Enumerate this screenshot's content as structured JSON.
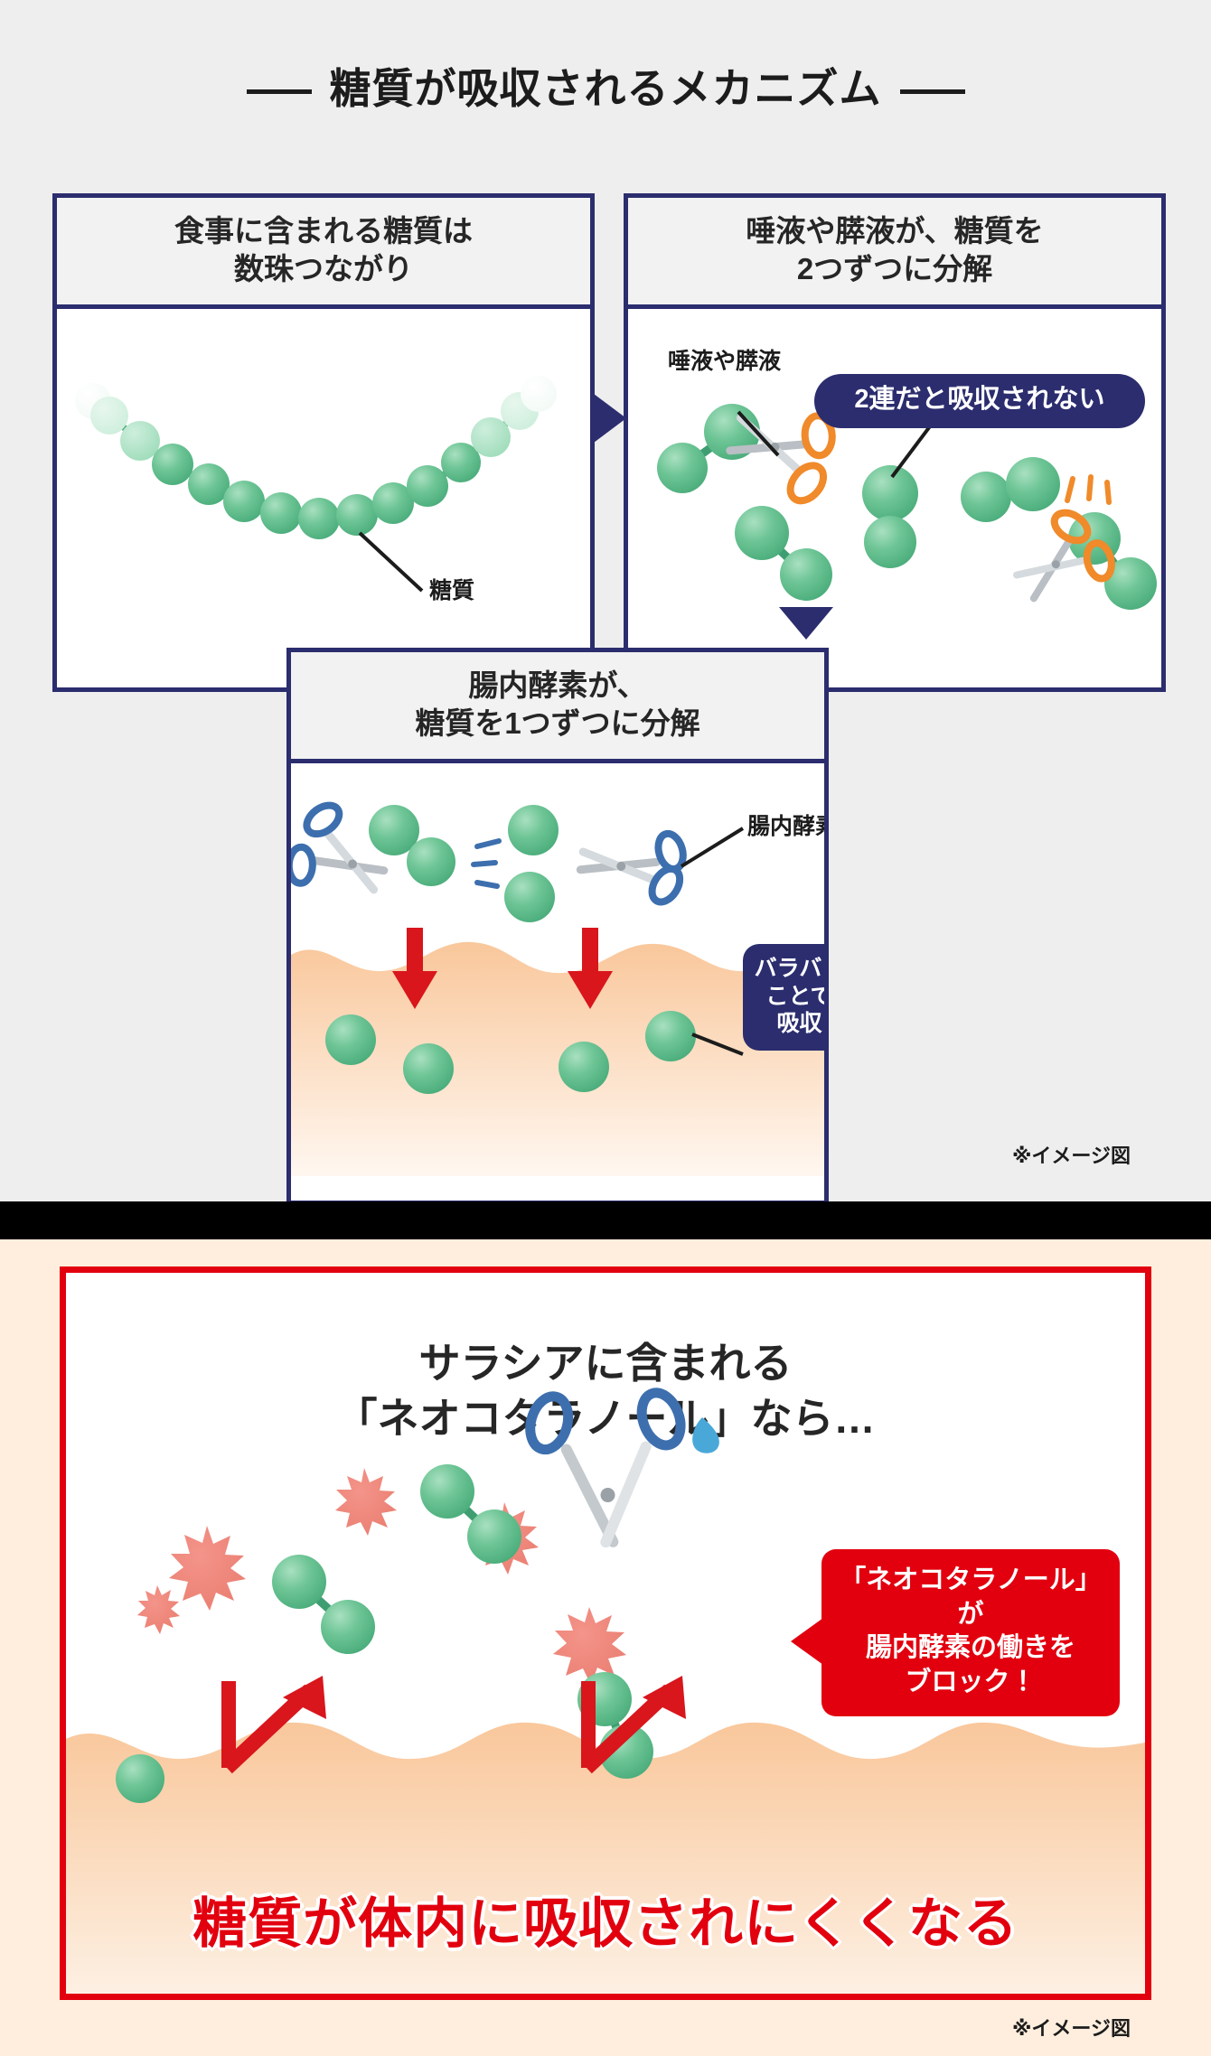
{
  "title": {
    "text": "糖質が吸収されるメカニズム"
  },
  "panels": [
    {
      "id": "panel-1",
      "heading_line1": "食事に含まれる糖質は",
      "heading_line2": "数珠つながり",
      "labels": [
        {
          "name": "sugar-label",
          "text": "糖質"
        }
      ]
    },
    {
      "id": "panel-2",
      "heading_line1": "唾液や膵液が、糖質を",
      "heading_line2": "2つずつに分解",
      "labels": [
        {
          "name": "saliva-pancreatic-label",
          "text": "唾液や膵液"
        }
      ],
      "badge": "2連だと吸収されない"
    },
    {
      "id": "panel-3",
      "heading_line1": "腸内酵素が、",
      "heading_line2": "糖質を1つずつに分解",
      "labels": [
        {
          "name": "intestinal-enzyme-label",
          "text": "腸内酵素"
        }
      ],
      "badge_line1": "バラバラになる",
      "badge_line2": "ことで体内に",
      "badge_line3": "吸収される"
    }
  ],
  "footnotes": {
    "top": "※イメージ図",
    "bottom": "※イメージ図"
  },
  "bottom": {
    "title_line1": "サラシアに含まれる",
    "title_line2": "「ネオコタラノール」なら…",
    "callout_line1": "「ネオコタラノール」が",
    "callout_line2": "腸内酵素の働きを",
    "callout_line3": "ブロック！",
    "banner_text": "糖質が体内に吸収されにくくなる"
  },
  "colors": {
    "navy": "#2b2d6e",
    "red": "#e2000f",
    "green_molecule": "#5fbd8c",
    "orange_scissors": "#f08a2a",
    "blue_scissors": "#3d6fae",
    "gut_wall": "#f8c79a",
    "salmon_particle": "#ef8073",
    "page_bg_top": "#eeeeee",
    "page_bg_bottom": "#ffeedd"
  },
  "chart_data": {
    "type": "diagram",
    "title": "糖質が吸収されるメカニズム",
    "steps": [
      {
        "step": 1,
        "label": "食事に含まれる糖質は数珠つながり",
        "molecule_count_in_chain": 15
      },
      {
        "step": 2,
        "label": "唾液や膵液が、糖質を2つずつに分解",
        "molecule_units": 2
      },
      {
        "step": 3,
        "label": "腸内酵素が、糖質を1つずつに分解",
        "molecule_units": 1
      }
    ]
  }
}
